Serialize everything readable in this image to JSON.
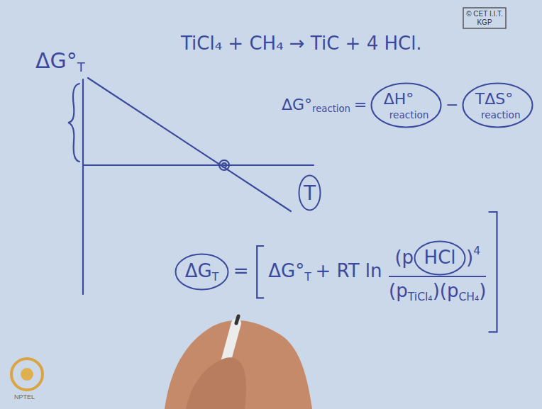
{
  "diagram": {
    "nodes": [
      {
        "text": [
          "© CET I.I.T. KGP"
        ]
      },
      {
        "text": [
          "T"
        ]
      },
      {
        "text": [
          "ΔH°",
          "reaction"
        ]
      },
      {
        "text": [
          "TΔS°",
          "reaction"
        ]
      },
      {
        "text": [
          "ΔG",
          "T"
        ]
      },
      {
        "text": [
          "HCl"
        ]
      }
    ],
    "labels": [
      "TiCl₄ + CH₄ → TiC + 4 HCl.",
      "ΔG°",
      "T",
      "ΔG°",
      "reaction",
      "=",
      "−",
      "=",
      "ΔG°",
      "T",
      "+ RT ln",
      "(p",
      ")",
      "4",
      "(p",
      "TiCl₄",
      ")",
      "(p",
      "CH₄",
      ")",
      "NPTEL"
    ]
  }
}
